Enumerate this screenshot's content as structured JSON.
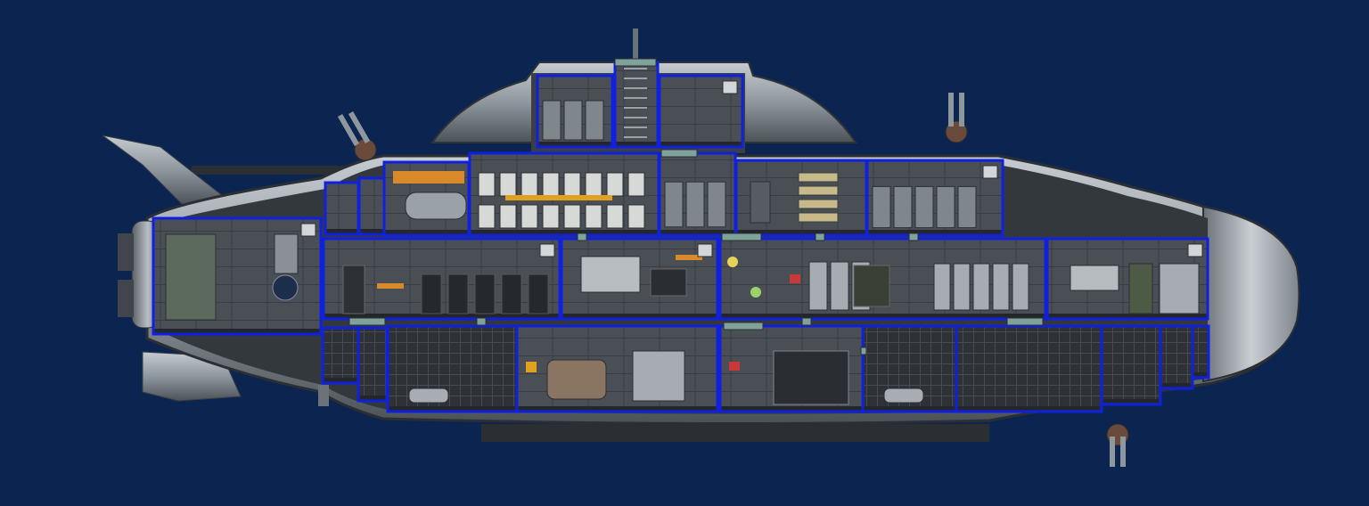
{
  "scene": {
    "type": "submarine-cross-section",
    "background_color": "#0b2550",
    "hull_color": "#8f979e",
    "hull_dark_color": "#4b5258",
    "interior_color": "#3a3f44",
    "room_outline_color": "#1020e0",
    "hatch_color": "#7fa39a",
    "warning_color": "#e0a020",
    "accent_orange": "#d88a2a"
  },
  "submarine": {
    "turrets": [
      {
        "name": "upper-left-coilgun",
        "icon": "turret-icon"
      },
      {
        "name": "upper-right-coilgun",
        "icon": "turret-icon"
      },
      {
        "name": "lower-right-coilgun",
        "icon": "turret-icon"
      }
    ],
    "decks": [
      {
        "name": "tower-deck",
        "room_count": 3
      },
      {
        "name": "upper-deck",
        "room_count": 7
      },
      {
        "name": "middle-deck",
        "room_count": 6
      },
      {
        "name": "lower-deck",
        "room_count": 9
      }
    ],
    "icons": [
      "fan-icon",
      "locker-icon",
      "reactor-icon",
      "pump-icon",
      "medical-icon",
      "radiation-icon",
      "engine-icon",
      "sonar-icon"
    ]
  }
}
